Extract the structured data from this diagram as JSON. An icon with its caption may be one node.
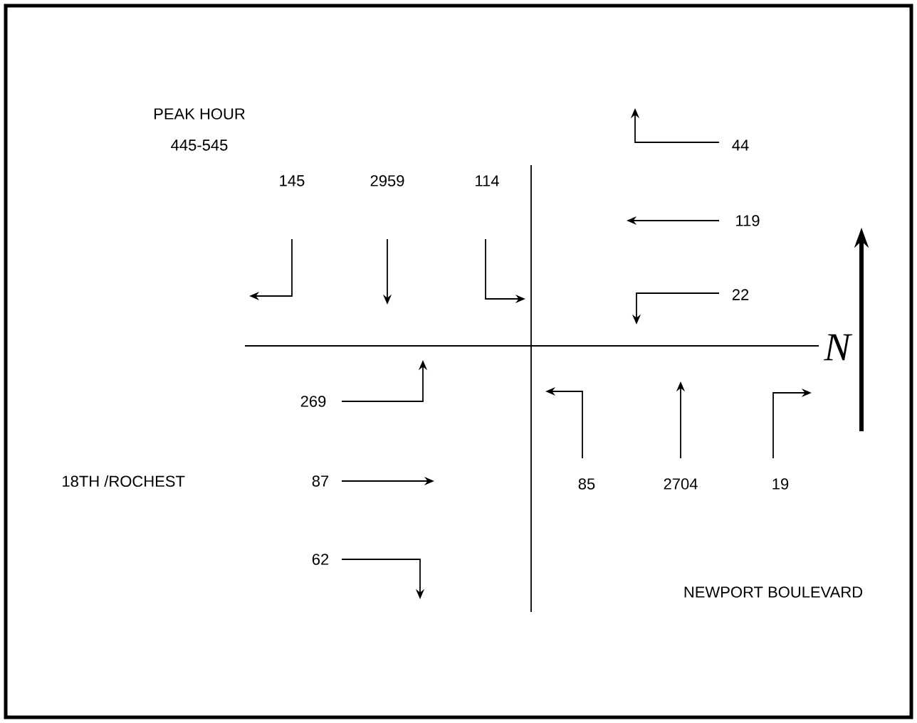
{
  "diagram": {
    "labels": [
      "PEAK HOUR",
      "445-545",
      "44",
      "145",
      "2959",
      "114",
      "119",
      "22",
      "N",
      "269",
      "18TH /ROCHEST",
      "87",
      "85",
      "2704",
      "19",
      "62",
      "NEWPORT BOULEVARD"
    ]
  }
}
